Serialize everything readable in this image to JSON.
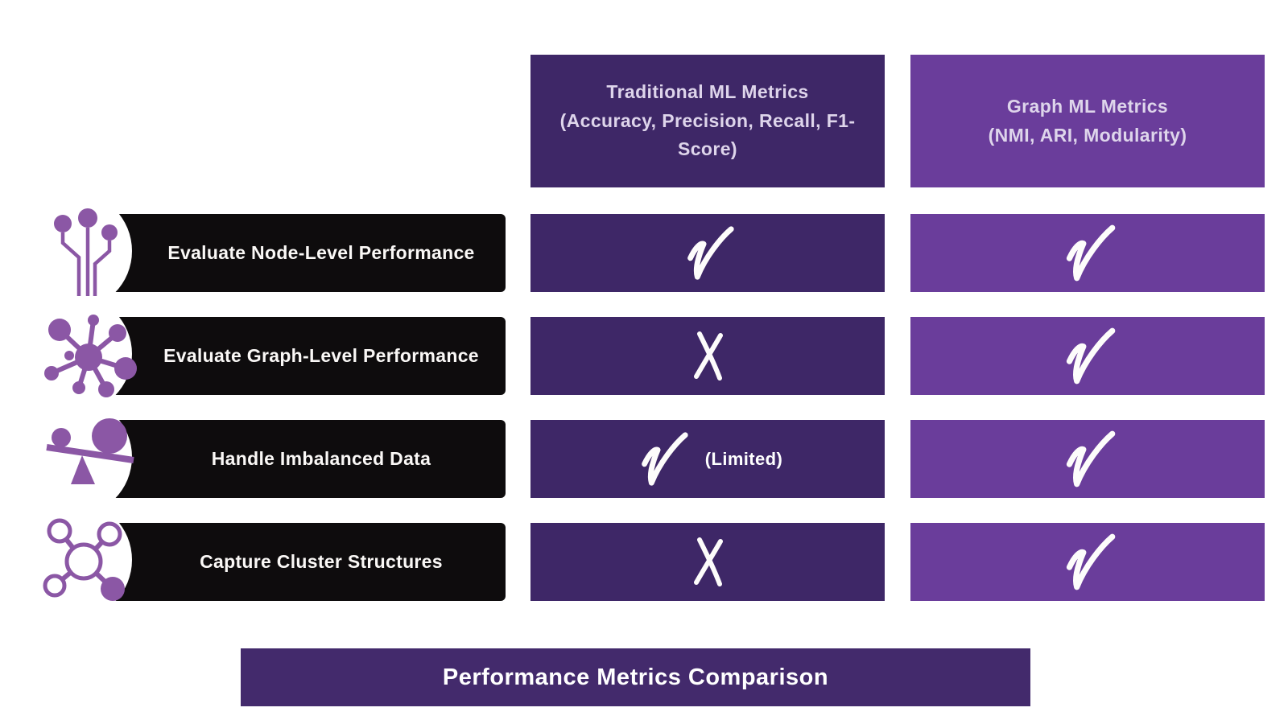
{
  "title_bar": {
    "label": "Performance Metrics Comparison"
  },
  "columns": [
    {
      "title": "Traditional ML Metrics",
      "subtitle": "(Accuracy, Precision, Recall, F1-Score)"
    },
    {
      "title": "Graph ML Metrics",
      "subtitle": "(NMI, ARI, Modularity)"
    }
  ],
  "rows": [
    {
      "label": "Evaluate Node-Level Performance",
      "icon": "node-pins-icon",
      "traditional": "check",
      "graph": "check"
    },
    {
      "label": "Evaluate Graph-Level Performance",
      "icon": "network-hub-icon",
      "traditional": "cross",
      "graph": "check"
    },
    {
      "label": "Handle Imbalanced Data",
      "icon": "balance-scale-icon",
      "traditional": "check",
      "note": "(Limited)",
      "graph": "check"
    },
    {
      "label": "Capture Cluster Structures",
      "icon": "cluster-network-icon",
      "traditional": "cross",
      "graph": "check"
    }
  ],
  "colors": {
    "purple-dark": "#3e2767",
    "purple-mid": "#6a3d9b",
    "purple-title": "#432a6c",
    "black-bar": "#0e0c0d",
    "icon-purple": "#8b57a5",
    "header-text": "#ded5eb",
    "mark-white": "#fdfcfb"
  }
}
